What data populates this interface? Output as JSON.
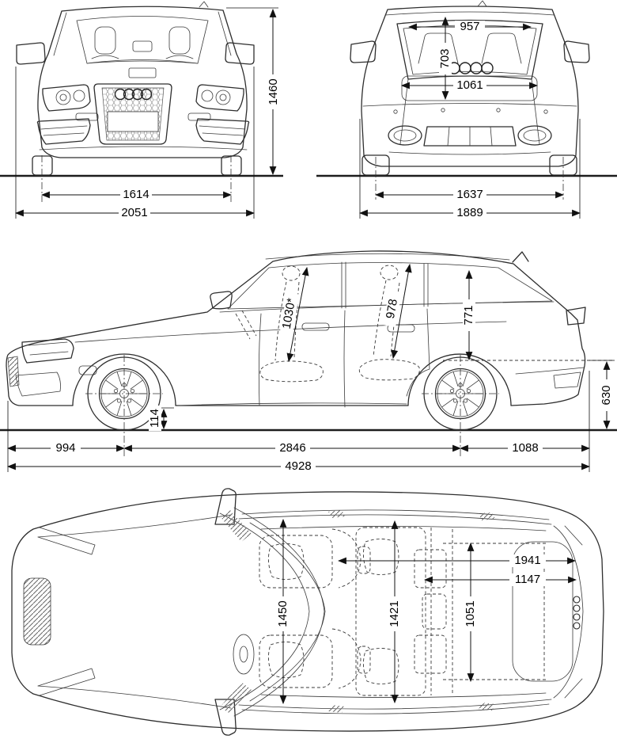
{
  "figure": {
    "type": "car-blueprint",
    "subject": "station-wagon dimensional drawing",
    "units": "mm"
  },
  "palette": {
    "line": "#2e2e2e",
    "dimension": "#111111",
    "background": "#ffffff"
  },
  "views": {
    "front": {
      "label": "front-view",
      "dims": {
        "overall_height": "1460",
        "front_track": "1614",
        "width_incl_mirrors": "2051"
      }
    },
    "rear": {
      "label": "rear-view",
      "dims": {
        "rear_window_width": "957",
        "tailgate_opening_height": "703",
        "inner_tailgate_width": "1061",
        "rear_track": "1637",
        "overall_width": "1889"
      }
    },
    "side": {
      "label": "side-view",
      "dims": {
        "front_headroom": "1030*",
        "rear_headroom": "978",
        "load_opening_height": "771",
        "load_sill_height": "630",
        "ground_clearance": "114",
        "front_overhang": "994",
        "wheelbase": "2846",
        "rear_overhang": "1088",
        "overall_length": "4928"
      }
    },
    "top": {
      "label": "top-view",
      "dims": {
        "load_length_seats_folded": "1941",
        "load_length_behind_rear_seats": "1147",
        "front_shoulder_width": "1450",
        "rear_shoulder_width": "1421",
        "load_width_between_arches": "1051"
      }
    }
  }
}
